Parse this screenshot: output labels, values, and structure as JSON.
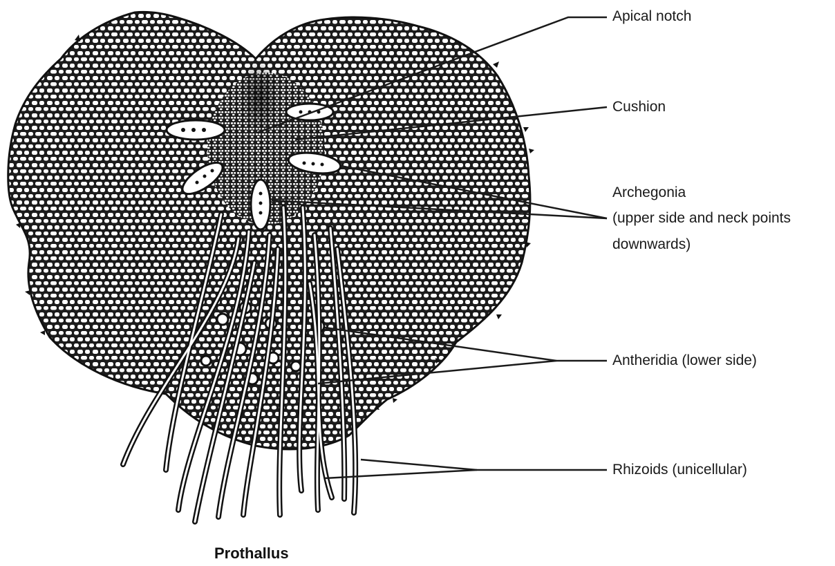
{
  "labels": {
    "apical_notch": "Apical notch",
    "cushion": "Cushion",
    "archegonia_title": "Archegonia",
    "archegonia_note_1": "(upper side and neck points",
    "archegonia_note_2": "downwards)",
    "antheridia": "Antheridia (lower side)",
    "rhizoids": "Rhizoids (unicellular)"
  },
  "caption": "Prothallus"
}
